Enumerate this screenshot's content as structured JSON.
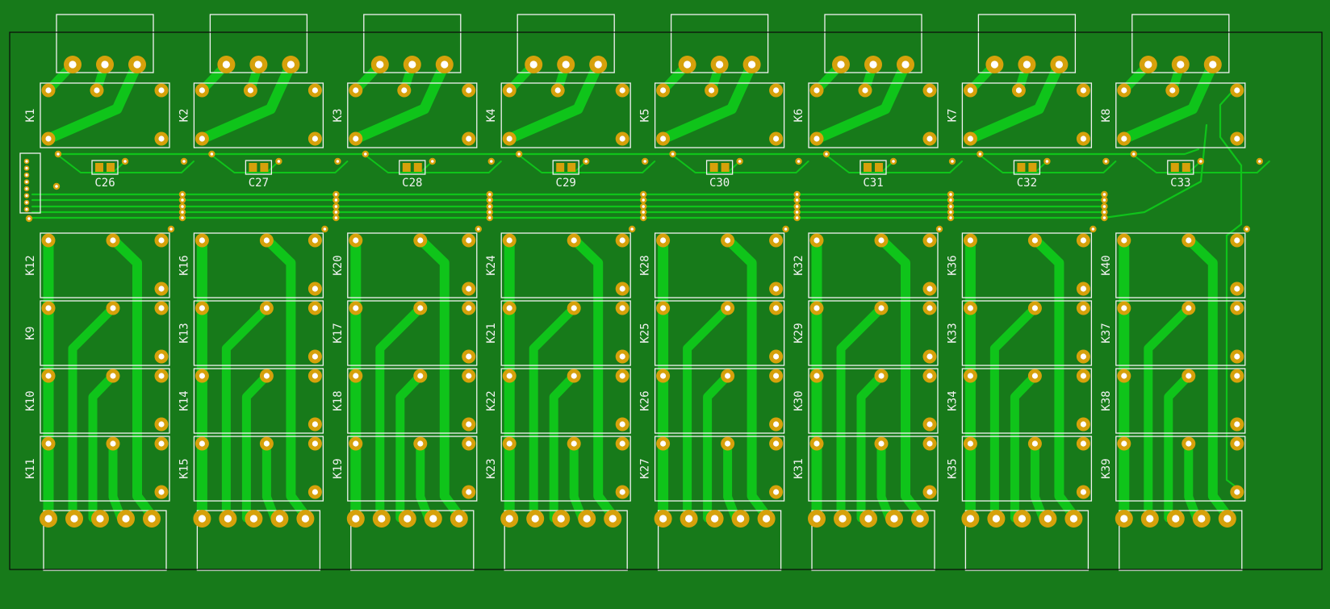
{
  "board": {
    "colors": {
      "background": "#177a1a",
      "copper_trace": "#0fc41a",
      "pad": "#d6a10b",
      "drill": "#ffffff",
      "silkscreen": "#f2f2f2",
      "outline": "#0a0a0a"
    },
    "top_relays": [
      "K1",
      "K2",
      "K3",
      "K4",
      "K5",
      "K6",
      "K7",
      "K8"
    ],
    "capacitors": [
      "C26",
      "C27",
      "C28",
      "C29",
      "C30",
      "C31",
      "C32",
      "C33"
    ],
    "relay_columns": [
      [
        "K12",
        "K9",
        "K10",
        "K11"
      ],
      [
        "K16",
        "K13",
        "K14",
        "K15"
      ],
      [
        "K20",
        "K17",
        "K18",
        "K19"
      ],
      [
        "K24",
        "K21",
        "K22",
        "K23"
      ],
      [
        "K28",
        "K25",
        "K26",
        "K27"
      ],
      [
        "K32",
        "K29",
        "K30",
        "K31"
      ],
      [
        "K36",
        "K33",
        "K34",
        "K35"
      ],
      [
        "K40",
        "K37",
        "K38",
        "K39"
      ]
    ]
  }
}
